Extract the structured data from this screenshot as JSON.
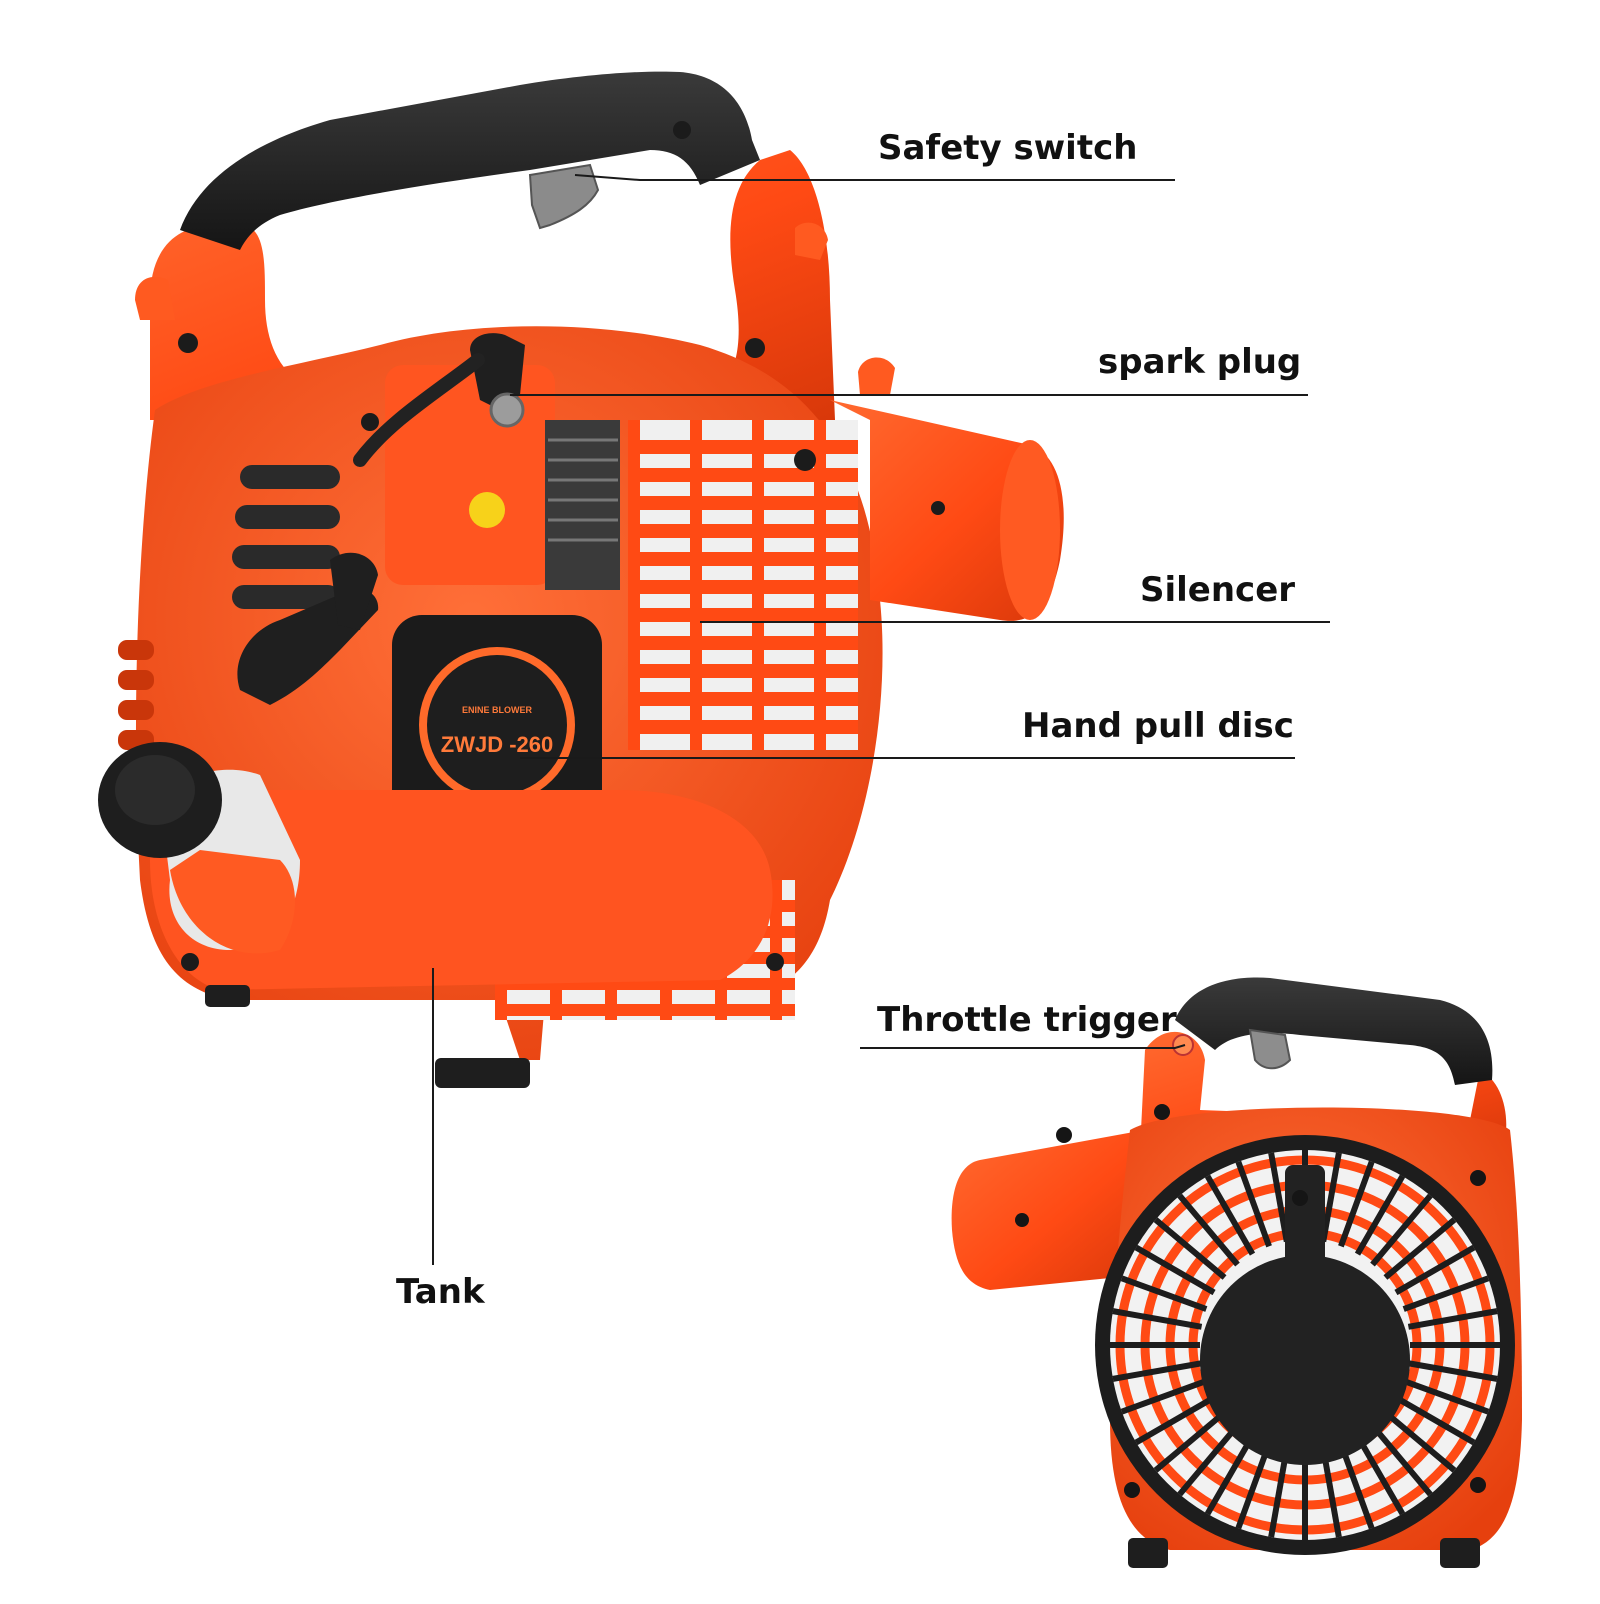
{
  "colors": {
    "body": "#ff4a14",
    "body_dark": "#d83a0c",
    "body_shadow": "#b52e08",
    "black": "#1e1e1e",
    "grey": "#5a5a5a",
    "metal": "#9a9a9a",
    "white": "#f4f4f4",
    "line": "#1a1a1a",
    "badge_ring": "#ff6a2a"
  },
  "badge": {
    "top_text": "ENINE BLOWER",
    "model": "ZWJD -260"
  },
  "callouts": [
    {
      "id": "safety-switch",
      "label": "Safety switch"
    },
    {
      "id": "spark-plug",
      "label": "spark plug"
    },
    {
      "id": "silencer",
      "label": "Silencer"
    },
    {
      "id": "hand-pull-disc",
      "label": "Hand pull disc"
    },
    {
      "id": "throttle-trigger",
      "label": "Throttle trigger"
    },
    {
      "id": "tank",
      "label": "Tank"
    }
  ]
}
